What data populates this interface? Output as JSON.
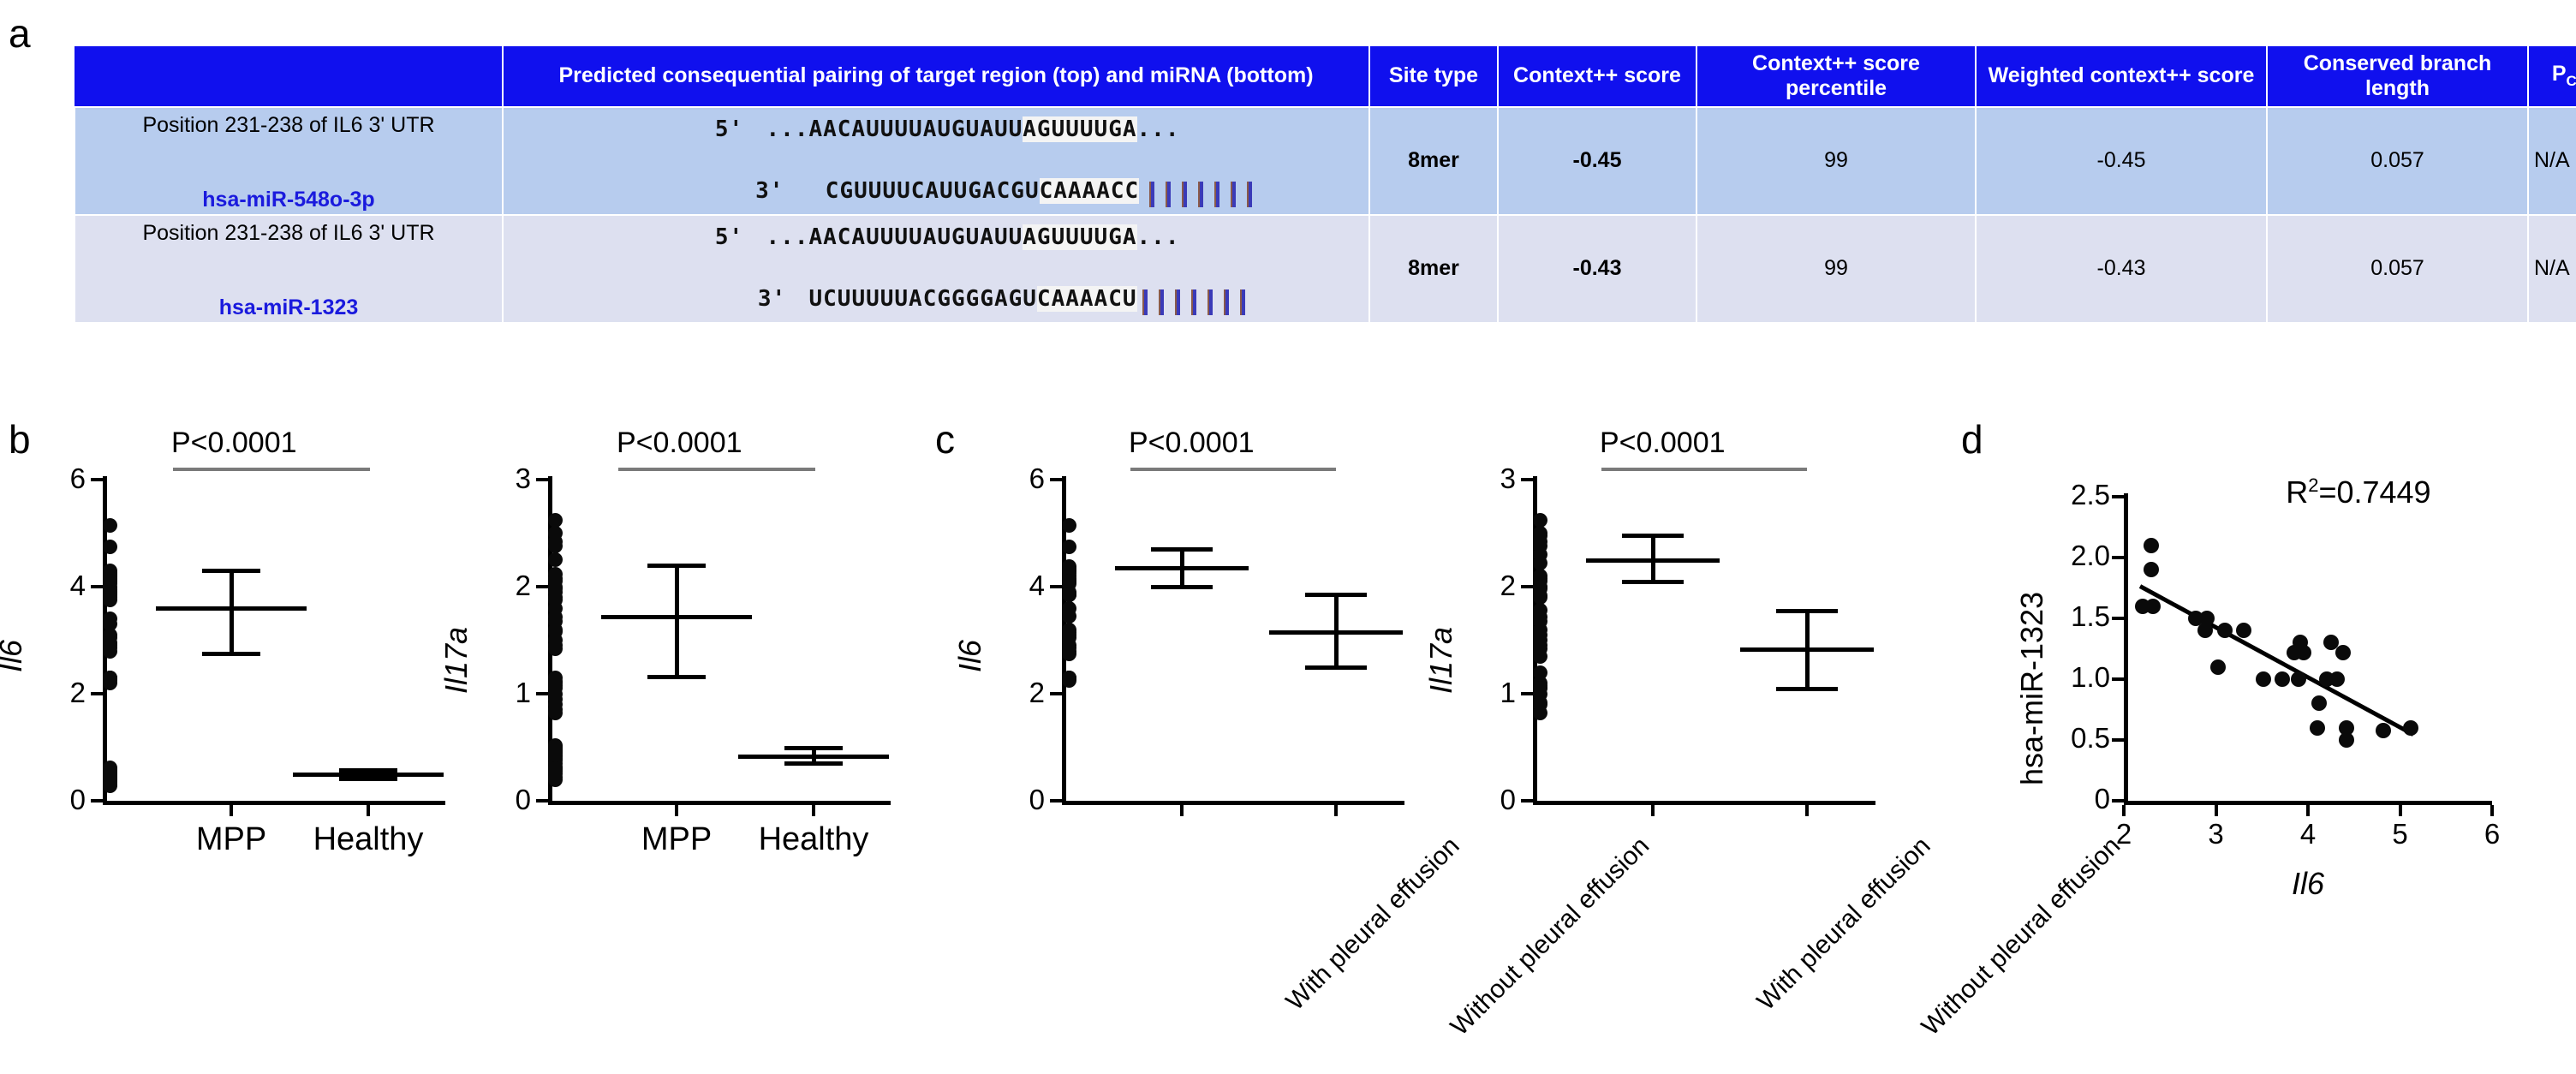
{
  "panels": {
    "a": "a",
    "b": "b",
    "c": "c",
    "d": "d"
  },
  "table": {
    "headers": [
      "",
      "Predicted consequential pairing of target region (top) and miRNA (bottom)",
      "Site type",
      "Context++ score",
      "Context++ score percentile",
      "Weighted context++ score",
      "Conserved branch length",
      "PCT"
    ],
    "header_pct_base": "P",
    "header_pct_sub": "CT",
    "rows": [
      {
        "position": "Position 231-238 of IL6 3' UTR",
        "mirna": "hsa-miR-548o-3p",
        "five_prime_label": "5'",
        "three_prime_label": "3'",
        "target_prefix": "...AACAUUUUAUGUAUU",
        "target_seed": "AGUUUUGA",
        "target_suffix": "...",
        "mirna_prefix": "CGUUUUCAUUGACGU",
        "mirna_seed": "CAAAACC",
        "pair_count": 7,
        "site_type": "8mer",
        "context_score": "-0.45",
        "context_percentile": "99",
        "weighted_context": "-0.45",
        "branch_length": "0.057",
        "pct": "N/A"
      },
      {
        "position": "Position 231-238 of IL6 3' UTR",
        "mirna": "hsa-miR-1323",
        "five_prime_label": "5'",
        "three_prime_label": "3'",
        "target_prefix": "...AACAUUUUAUGUAUU",
        "target_seed": "AGUUUUGA",
        "target_suffix": "...",
        "mirna_prefix": "UCUUUUUACGGGGAGU",
        "mirna_seed": "CAAAACU",
        "pair_count": 7,
        "site_type": "8mer",
        "context_score": "-0.43",
        "context_percentile": "99",
        "weighted_context": "-0.43",
        "branch_length": "0.057",
        "pct": "N/A"
      }
    ]
  },
  "chart_data": [
    {
      "id": "b1",
      "type": "scatter",
      "title": "",
      "ylabel": "Il6",
      "xlabel": "",
      "ylim": [
        0,
        6
      ],
      "yticks": [
        0,
        2,
        4,
        6
      ],
      "ytick_labels": [
        "0",
        "2",
        "4",
        "6"
      ],
      "categories": [
        "MPP",
        "Healthy"
      ],
      "annotation": "P<0.0001",
      "groups": [
        {
          "name": "MPP",
          "mean": 3.6,
          "sd_upper": 4.3,
          "sd_lower": 2.75,
          "values": [
            5.15,
            4.75,
            4.3,
            4.25,
            4.25,
            4.2,
            4.2,
            4.15,
            4.1,
            4.1,
            4.05,
            4.0,
            3.95,
            3.9,
            3.9,
            3.85,
            3.8,
            3.75,
            3.4,
            3.3,
            3.1,
            3.05,
            2.95,
            2.9,
            2.85,
            2.8,
            2.3,
            2.25,
            2.2,
            2.3,
            2.3
          ]
        },
        {
          "name": "Healthy",
          "mean": 0.5,
          "sd_upper": 0.58,
          "sd_lower": 0.42,
          "values": [
            0.62,
            0.6,
            0.58,
            0.55,
            0.55,
            0.52,
            0.5,
            0.5,
            0.5,
            0.48,
            0.48,
            0.45,
            0.45,
            0.42,
            0.4,
            0.38,
            0.35,
            0.3,
            0.28,
            0.55,
            0.6,
            0.58,
            0.52,
            0.48
          ]
        }
      ]
    },
    {
      "id": "b2",
      "type": "scatter",
      "title": "",
      "ylabel": "Il17a",
      "xlabel": "",
      "ylim": [
        0,
        3
      ],
      "yticks": [
        0,
        1,
        2,
        3
      ],
      "ytick_labels": [
        "0",
        "1",
        "2",
        "3"
      ],
      "categories": [
        "MPP",
        "Healthy"
      ],
      "annotation": "P<0.0001",
      "groups": [
        {
          "name": "MPP",
          "mean": 1.72,
          "sd_upper": 2.2,
          "sd_lower": 1.16,
          "values": [
            2.62,
            2.5,
            2.42,
            2.38,
            2.25,
            2.12,
            2.08,
            2.05,
            2.0,
            1.98,
            1.95,
            1.9,
            1.88,
            1.8,
            1.72,
            1.68,
            1.6,
            1.58,
            1.5,
            1.45,
            1.42,
            1.15,
            1.12,
            1.1,
            1.08,
            1.05,
            1.0,
            0.95,
            0.9,
            0.85,
            0.82
          ]
        },
        {
          "name": "Healthy",
          "mean": 0.42,
          "sd_upper": 0.5,
          "sd_lower": 0.35,
          "values": [
            0.52,
            0.5,
            0.5,
            0.5,
            0.48,
            0.48,
            0.45,
            0.45,
            0.42,
            0.42,
            0.4,
            0.38,
            0.35,
            0.32,
            0.3,
            0.28,
            0.25,
            0.22,
            0.2,
            0.5,
            0.5,
            0.48,
            0.45,
            0.3
          ]
        }
      ]
    },
    {
      "id": "c1",
      "type": "scatter",
      "title": "",
      "ylabel": "Il6",
      "xlabel": "",
      "ylim": [
        0,
        6
      ],
      "yticks": [
        0,
        2,
        4,
        6
      ],
      "ytick_labels": [
        "0",
        "2",
        "4",
        "6"
      ],
      "categories": [
        "With pleural effusion",
        "Without pleural effusion"
      ],
      "annotation": "P<0.0001",
      "groups": [
        {
          "name": "With pleural effusion",
          "mean": 4.35,
          "sd_upper": 4.7,
          "sd_lower": 4.0,
          "values": [
            5.15,
            4.75,
            4.38,
            4.35,
            4.3,
            4.3,
            4.25,
            4.2,
            4.15,
            4.1,
            4.1,
            4.05
          ]
        },
        {
          "name": "Without pleural effusion",
          "mean": 3.15,
          "sd_upper": 3.85,
          "sd_lower": 2.5,
          "values": [
            4.1,
            3.9,
            3.88,
            3.85,
            3.85,
            3.85,
            3.6,
            3.45,
            3.2,
            3.15,
            3.1,
            3.05,
            2.9,
            2.85,
            2.8,
            2.75,
            2.3,
            2.28,
            2.25,
            2.3,
            2.3
          ]
        }
      ]
    },
    {
      "id": "c2",
      "type": "scatter",
      "title": "",
      "ylabel": "Il17a",
      "xlabel": "",
      "ylim": [
        0,
        3
      ],
      "yticks": [
        0,
        1,
        2,
        3
      ],
      "ytick_labels": [
        "0",
        "1",
        "2",
        "3"
      ],
      "categories": [
        "With pleural effusion",
        "Without pleural effusion"
      ],
      "annotation": "P<0.0001",
      "groups": [
        {
          "name": "With pleural effusion",
          "mean": 2.25,
          "sd_upper": 2.48,
          "sd_lower": 2.05,
          "values": [
            2.62,
            2.5,
            2.48,
            2.42,
            2.38,
            2.3,
            2.22,
            2.1,
            2.08,
            2.05,
            2.0,
            1.98
          ]
        },
        {
          "name": "Without pleural effusion",
          "mean": 1.42,
          "sd_upper": 1.78,
          "sd_lower": 1.05,
          "values": [
            2.0,
            1.92,
            1.9,
            1.78,
            1.72,
            1.68,
            1.6,
            1.55,
            1.5,
            1.45,
            1.42,
            1.35,
            1.2,
            1.1,
            1.08,
            1.05,
            1.05,
            1.0,
            0.92,
            0.9,
            0.82
          ]
        }
      ]
    },
    {
      "id": "d",
      "type": "scatter",
      "title": "",
      "ylabel": "hsa-miR-1323",
      "xlabel": "Il6",
      "ylim": [
        0,
        2.5
      ],
      "xlim": [
        2,
        6
      ],
      "yticks": [
        0,
        0.5,
        1.0,
        1.5,
        2.0,
        2.5
      ],
      "ytick_labels": [
        "0",
        "0.5",
        "1.0",
        "1.5",
        "2.0",
        "2.5"
      ],
      "xticks": [
        2,
        3,
        4,
        5,
        6
      ],
      "xtick_labels": [
        "2",
        "3",
        "4",
        "5",
        "6"
      ],
      "annotation": "R²=0.7449",
      "r2_base": "R",
      "r2_sup": "2",
      "r2_value": "=0.7449",
      "fit_line": {
        "x1": 2.18,
        "y1": 1.77,
        "x2": 5.15,
        "y2": 0.55
      },
      "points": [
        {
          "x": 2.3,
          "y": 2.1
        },
        {
          "x": 2.3,
          "y": 1.9
        },
        {
          "x": 2.2,
          "y": 1.6
        },
        {
          "x": 2.32,
          "y": 1.6
        },
        {
          "x": 2.78,
          "y": 1.5
        },
        {
          "x": 2.9,
          "y": 1.5
        },
        {
          "x": 2.88,
          "y": 1.4
        },
        {
          "x": 3.1,
          "y": 1.4
        },
        {
          "x": 3.3,
          "y": 1.4
        },
        {
          "x": 3.02,
          "y": 1.1
        },
        {
          "x": 3.92,
          "y": 1.3
        },
        {
          "x": 4.25,
          "y": 1.3
        },
        {
          "x": 3.85,
          "y": 1.22
        },
        {
          "x": 3.95,
          "y": 1.22
        },
        {
          "x": 4.38,
          "y": 1.22
        },
        {
          "x": 3.52,
          "y": 1.0
        },
        {
          "x": 3.72,
          "y": 1.0
        },
        {
          "x": 3.9,
          "y": 1.0
        },
        {
          "x": 4.2,
          "y": 1.0
        },
        {
          "x": 4.32,
          "y": 1.0
        },
        {
          "x": 4.12,
          "y": 0.8
        },
        {
          "x": 4.1,
          "y": 0.6
        },
        {
          "x": 4.42,
          "y": 0.6
        },
        {
          "x": 4.42,
          "y": 0.5
        },
        {
          "x": 4.82,
          "y": 0.58
        },
        {
          "x": 5.12,
          "y": 0.6
        }
      ]
    }
  ]
}
